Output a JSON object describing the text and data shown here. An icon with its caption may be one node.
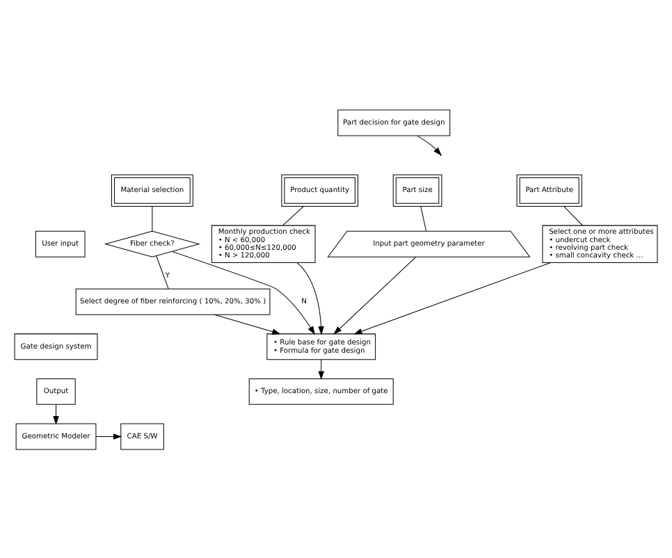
{
  "diagram": {
    "nodes": [
      {
        "text": [
          "User input"
        ]
      },
      {
        "text": [
          "Gate design system"
        ]
      },
      {
        "text": [
          "Output"
        ]
      },
      {
        "text": [
          "Part decision for gate design"
        ]
      },
      {
        "text": [
          "Material selection"
        ]
      },
      {
        "text": [
          "Product quantity"
        ]
      },
      {
        "text": [
          "Part size"
        ]
      },
      {
        "text": [
          "Part Attribute"
        ]
      },
      {
        "text": [
          "Fiber check?"
        ]
      },
      {
        "text": [
          "Select degree of fiber reinforcing ( 10%, 20%, 30% )"
        ]
      },
      {
        "text": [
          "Monthly production check",
          "• N < 60,000",
          "• 60,000≤N≤120,000",
          "• N > 120,000"
        ]
      },
      {
        "text": [
          "Input part geometry parameter"
        ]
      },
      {
        "text": [
          "Select one or more attributes",
          "• undercut check",
          "• revolving part check",
          "• small concavity check ..."
        ]
      },
      {
        "text": [
          "• Rule base for gate design",
          "• Formula for gate design"
        ]
      },
      {
        "text": [
          "• Type, location, size, number of gate"
        ]
      },
      {
        "text": [
          "Geometric Modeler"
        ]
      },
      {
        "text": [
          "CAE S/W"
        ]
      }
    ],
    "edges": [
      {
        "from": 3,
        "to": null,
        "arrow": "to"
      },
      {
        "from": 4,
        "to": 8,
        "arrow": "none"
      },
      {
        "from": 8,
        "to": 9,
        "arrow": "none",
        "label": "Y"
      },
      {
        "from": 8,
        "to": 13,
        "arrow": "to",
        "label": "N"
      },
      {
        "from": 9,
        "to": 13,
        "arrow": "to"
      },
      {
        "from": 5,
        "to": 10,
        "arrow": "none"
      },
      {
        "from": 10,
        "to": 13,
        "arrow": "to"
      },
      {
        "from": 6,
        "to": 11,
        "arrow": "none"
      },
      {
        "from": 11,
        "to": 13,
        "arrow": "to"
      },
      {
        "from": 7,
        "to": 12,
        "arrow": "none"
      },
      {
        "from": 12,
        "to": 13,
        "arrow": "to"
      },
      {
        "from": 13,
        "to": 14,
        "arrow": "to"
      },
      {
        "from": 2,
        "to": 15,
        "arrow": "to"
      },
      {
        "from": 15,
        "to": 16,
        "arrow": "to"
      }
    ]
  }
}
